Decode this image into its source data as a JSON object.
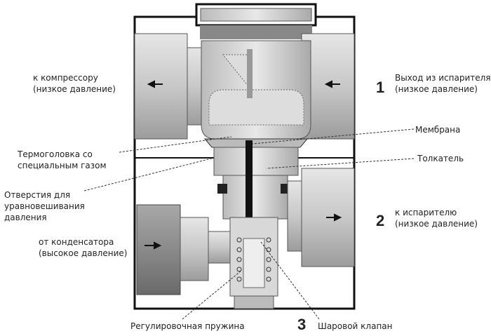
{
  "labels": {
    "to_compressor": [
      "к компрессору",
      "(низкое давление)"
    ],
    "evaporator_outlet": [
      "Выход из испарителя",
      "(низкое давление)"
    ],
    "membrane": "Мембрана",
    "thermal_head": [
      "Термоголовка со",
      "специальным газом"
    ],
    "pusher": "Толкатель",
    "balance_holes": [
      "Отверстия для",
      "уравновешивания",
      "давления"
    ],
    "to_evaporator": [
      "к испарителю",
      "(низкое давление)"
    ],
    "from_condenser": [
      "от конденсатора",
      "(высокое давление)"
    ],
    "adjusting_spring": "Регулировочная пружина",
    "ball_valve": "Шаровой клапан"
  },
  "numbers": {
    "one": "1",
    "two": "2",
    "three": "3"
  },
  "colors": {
    "body": "#cfcfcf",
    "dark": "#111111",
    "fitting": "#bdbdbd"
  }
}
